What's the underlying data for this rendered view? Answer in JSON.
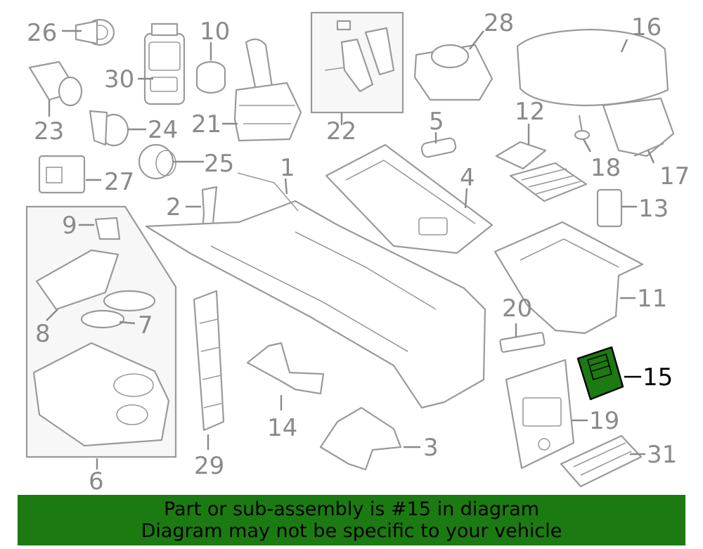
{
  "diagram": {
    "callouts": [
      "26",
      "10",
      "30",
      "23",
      "24",
      "21",
      "22",
      "28",
      "16",
      "5",
      "12",
      "25",
      "27",
      "1",
      "4",
      "18",
      "17",
      "2",
      "13",
      "9",
      "11",
      "20",
      "8",
      "7",
      "15",
      "19",
      "14",
      "3",
      "31",
      "29",
      "6"
    ],
    "highlight_part": "15",
    "highlight_color": "#1c7a12"
  },
  "banner": {
    "line1": "Part or sub-assembly is #15 in diagram",
    "line2": "Diagram may not be specific to your vehicle",
    "background": "#1c7a12"
  }
}
